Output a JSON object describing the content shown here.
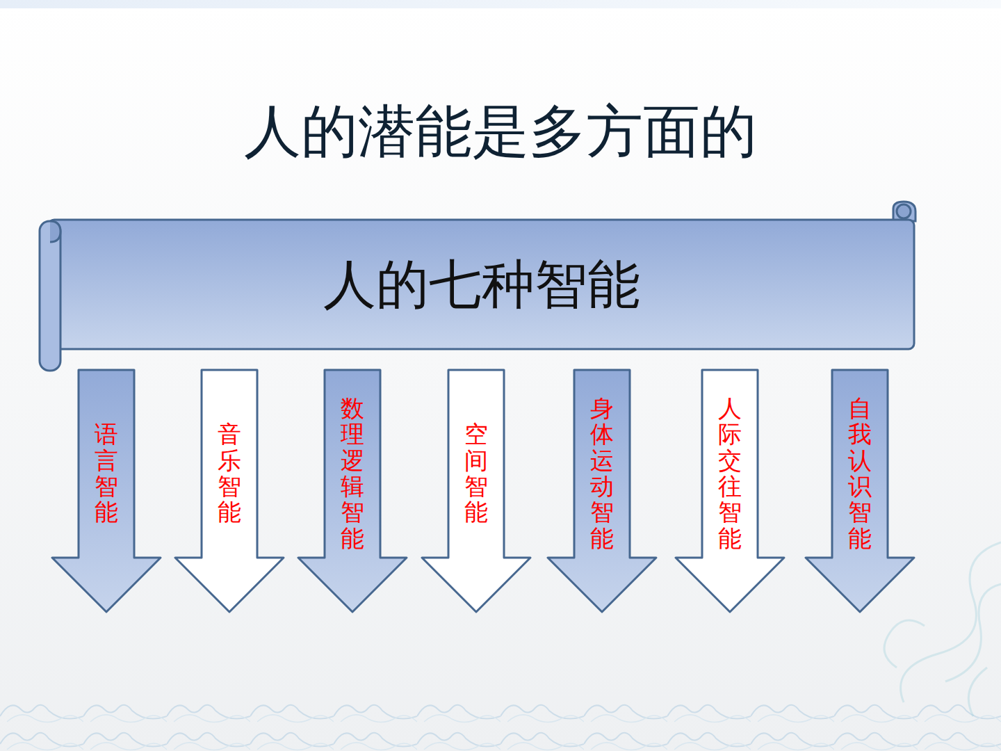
{
  "diagram": {
    "title": "人的潜能是多方面的",
    "nodes": [
      {
        "text": [
          "人的七种智能"
        ]
      },
      {
        "text": [
          "语言智能"
        ]
      },
      {
        "text": [
          "音乐智能"
        ]
      },
      {
        "text": [
          "数理逻辑智能"
        ]
      },
      {
        "text": [
          "空间智能"
        ]
      },
      {
        "text": [
          "身体运动智能"
        ]
      },
      {
        "text": [
          "人际交往智能"
        ]
      },
      {
        "text": [
          "自我认识智能"
        ]
      }
    ]
  }
}
